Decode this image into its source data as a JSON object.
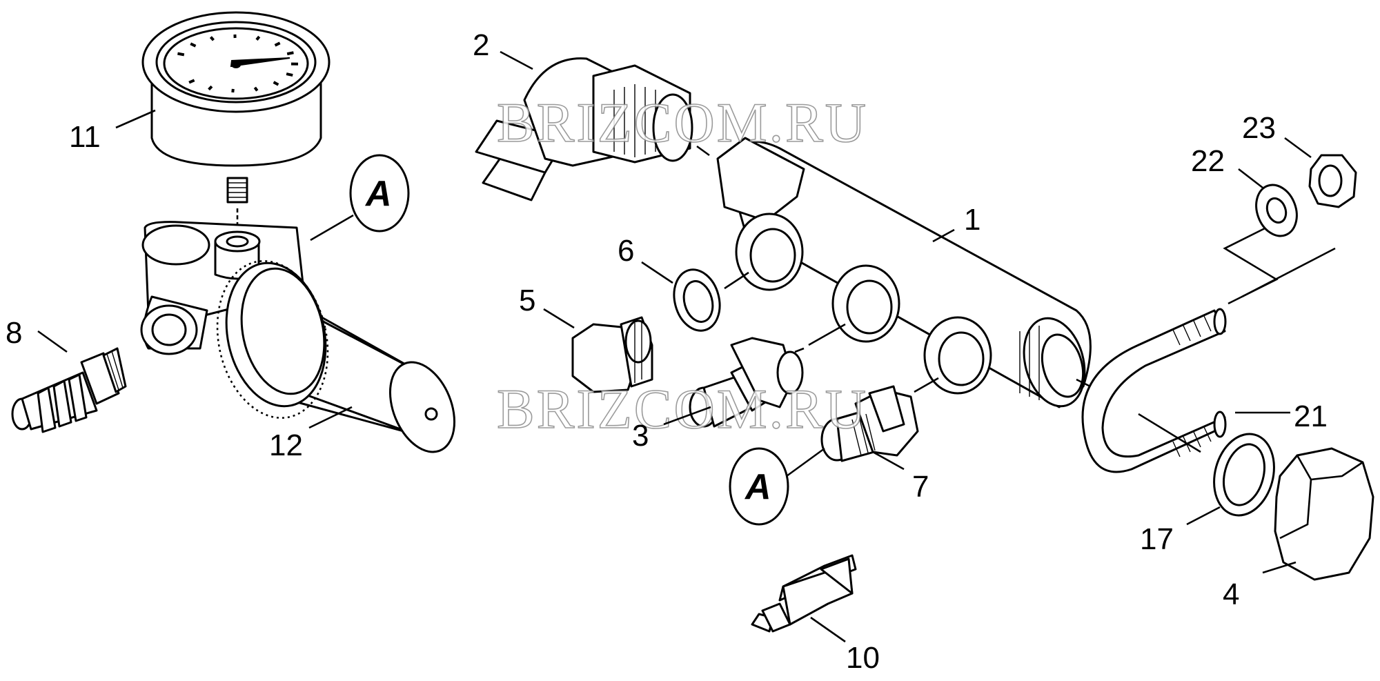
{
  "diagram": {
    "part_labels": {
      "p1": "1",
      "p2": "2",
      "p3": "3",
      "p4": "4",
      "p5": "5",
      "p6": "6",
      "p7": "7",
      "p8": "8",
      "p10": "10",
      "p11": "11",
      "p12": "12",
      "p17": "17",
      "p21": "21",
      "p22": "22",
      "p23": "23"
    },
    "connection_marker": "A",
    "watermark": "BRIZCOM.RU"
  }
}
